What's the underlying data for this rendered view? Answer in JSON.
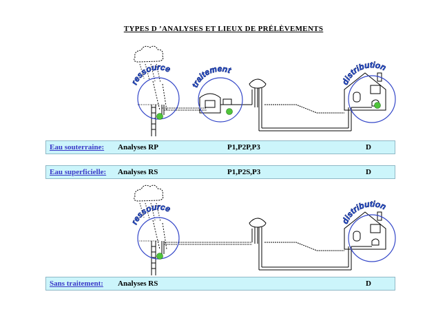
{
  "title": "TYPES D ’ANALYSES ET LIEUX DE PRÉLÈVEMENTS",
  "diagram1": {
    "labels": {
      "ressource": "ressource",
      "traitement": "traitement",
      "distribution": "distribution"
    }
  },
  "diagram2": {
    "labels": {
      "ressource": "ressource",
      "distribution": "distribution"
    }
  },
  "rows": [
    {
      "label": "Eau souterraine:",
      "analyses": "Analyses  RP",
      "points": "P1,P2P,P3",
      "dist": "D"
    },
    {
      "label": "Eau superficielle:",
      "analyses": "Analyses  RS",
      "points": "P1,P2S,P3",
      "dist": "D"
    },
    {
      "label": "Sans traitement:",
      "analyses": "Analyses  RS",
      "points": "",
      "dist": "D"
    }
  ],
  "colors": {
    "circle": "#3346c8",
    "ring_text": "#2e5bd8",
    "sample_point": "#4fc43a",
    "row_bg": "#ccf5fb",
    "row_border": "#8fb8c6",
    "row_label": "#3939c8"
  }
}
